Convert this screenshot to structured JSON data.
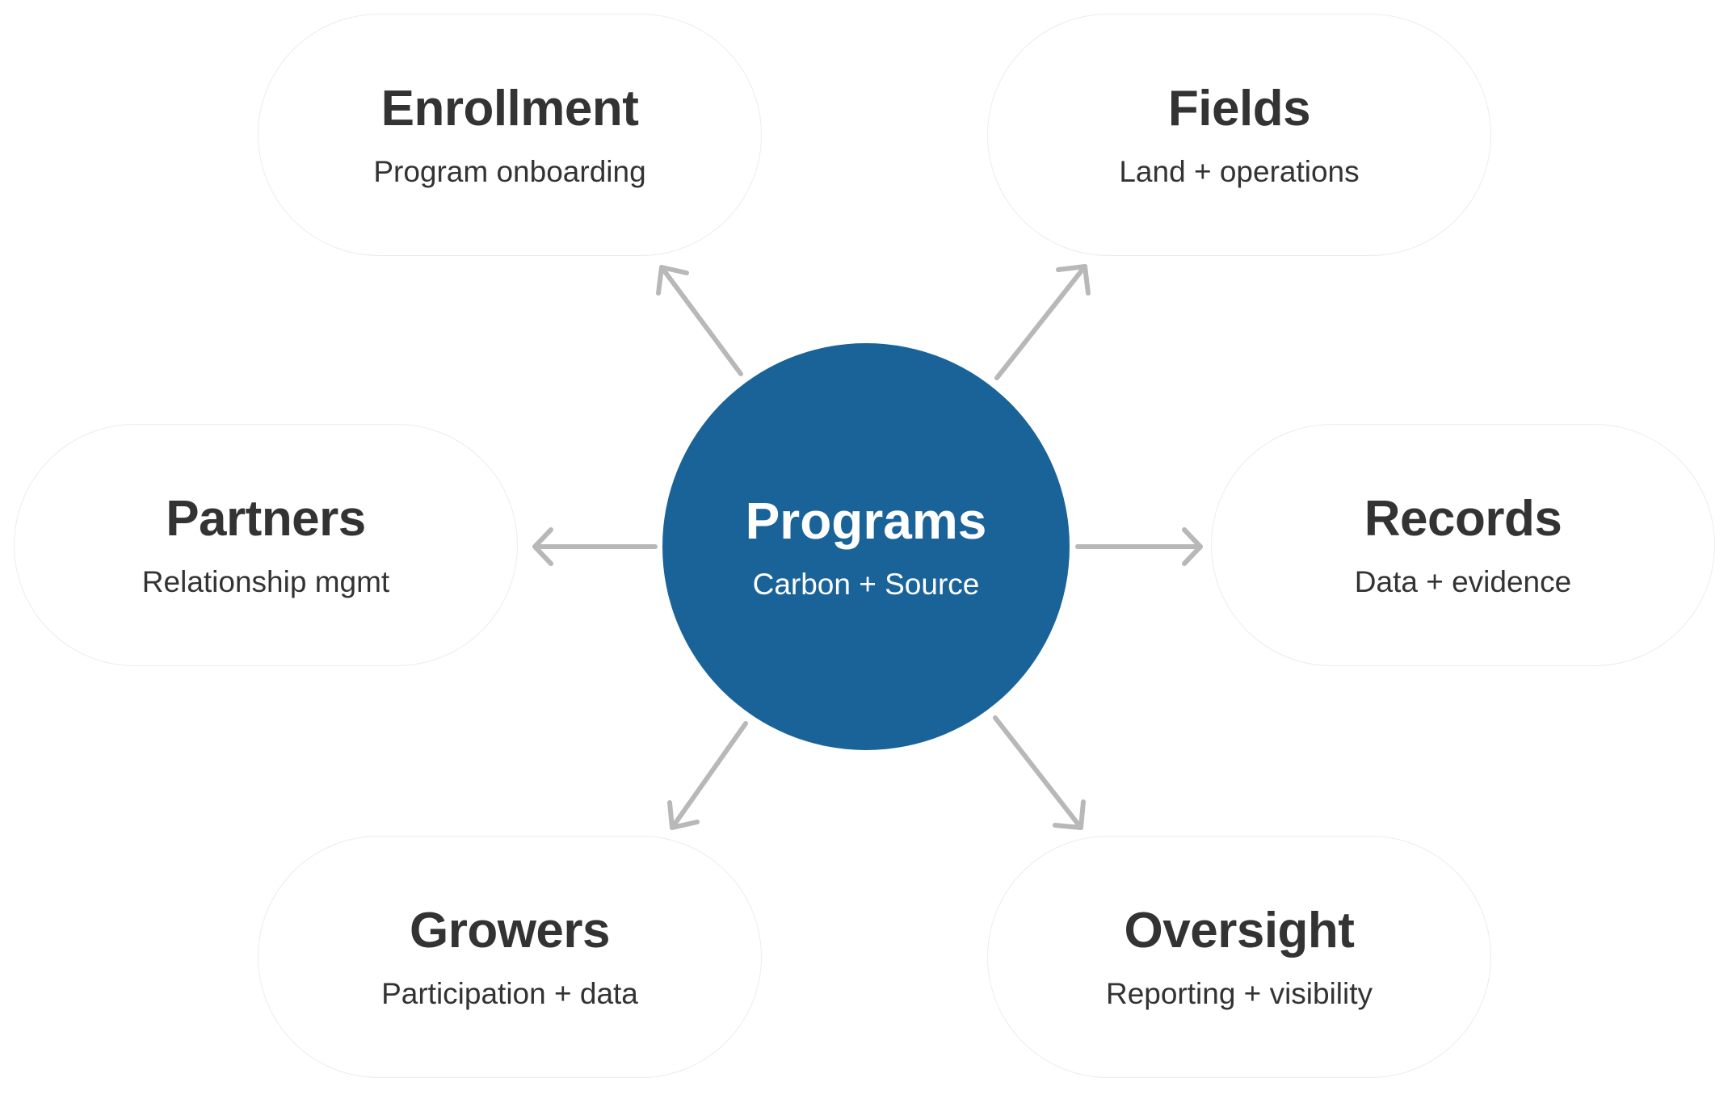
{
  "colors": {
    "hub_fill": "#1a6399",
    "arrow": "#b8b8b8",
    "node_border": "#ececec",
    "text_dark": "#333333"
  },
  "hub": {
    "title": "Programs",
    "subtitle": "Carbon + Source"
  },
  "nodes": {
    "enrollment": {
      "title": "Enrollment",
      "subtitle": "Program onboarding"
    },
    "fields": {
      "title": "Fields",
      "subtitle": "Land + operations"
    },
    "partners": {
      "title": "Partners",
      "subtitle": "Relationship mgmt"
    },
    "records": {
      "title": "Records",
      "subtitle": "Data + evidence"
    },
    "growers": {
      "title": "Growers",
      "subtitle": "Participation + data"
    },
    "oversight": {
      "title": "Oversight",
      "subtitle": "Reporting + visibility"
    }
  }
}
